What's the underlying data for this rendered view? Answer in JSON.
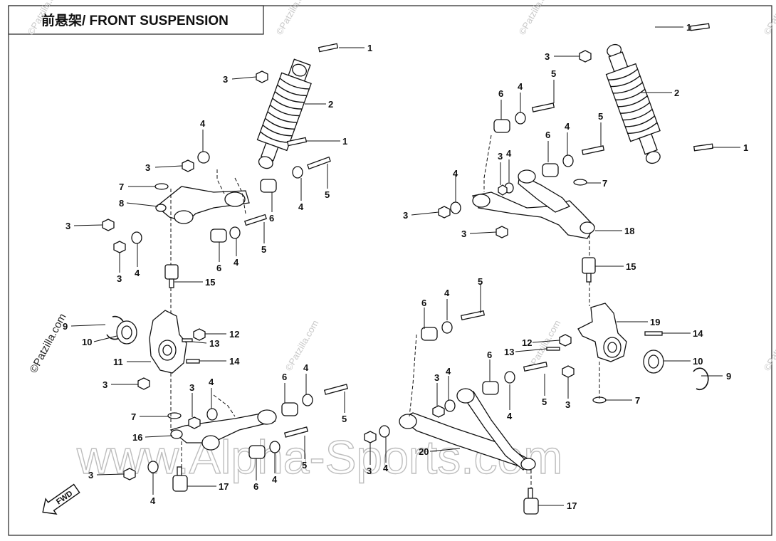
{
  "title": "前悬架/ FRONT SUSPENSION",
  "watermark_main": "www.Alpha-Sports.com",
  "watermark_small": "©Patzilla.com",
  "watermark_side": "©Patzilla.com",
  "direction_label": "FWD",
  "callouts": [
    {
      "n": "1"
    },
    {
      "n": "2"
    },
    {
      "n": "3"
    },
    {
      "n": "1"
    },
    {
      "n": "3"
    },
    {
      "n": "4"
    },
    {
      "n": "5"
    },
    {
      "n": "4"
    },
    {
      "n": "7"
    },
    {
      "n": "8"
    },
    {
      "n": "3"
    },
    {
      "n": "6"
    },
    {
      "n": "5"
    },
    {
      "n": "3"
    },
    {
      "n": "4"
    },
    {
      "n": "6"
    },
    {
      "n": "4"
    },
    {
      "n": "15"
    },
    {
      "n": "9"
    },
    {
      "n": "10"
    },
    {
      "n": "12"
    },
    {
      "n": "13"
    },
    {
      "n": "11"
    },
    {
      "n": "14"
    },
    {
      "n": "3"
    },
    {
      "n": "3"
    },
    {
      "n": "4"
    },
    {
      "n": "6"
    },
    {
      "n": "4"
    },
    {
      "n": "5"
    },
    {
      "n": "7"
    },
    {
      "n": "16"
    },
    {
      "n": "5"
    },
    {
      "n": "3"
    },
    {
      "n": "4"
    },
    {
      "n": "6"
    },
    {
      "n": "4"
    },
    {
      "n": "17"
    },
    {
      "n": "1"
    },
    {
      "n": "3"
    },
    {
      "n": "6"
    },
    {
      "n": "4"
    },
    {
      "n": "5"
    },
    {
      "n": "2"
    },
    {
      "n": "5"
    },
    {
      "n": "6"
    },
    {
      "n": "3"
    },
    {
      "n": "4"
    },
    {
      "n": "4"
    },
    {
      "n": "1"
    },
    {
      "n": "4"
    },
    {
      "n": "7"
    },
    {
      "n": "3"
    },
    {
      "n": "3"
    },
    {
      "n": "18"
    },
    {
      "n": "15"
    },
    {
      "n": "6"
    },
    {
      "n": "4"
    },
    {
      "n": "5"
    },
    {
      "n": "19"
    },
    {
      "n": "12"
    },
    {
      "n": "14"
    },
    {
      "n": "13"
    },
    {
      "n": "10"
    },
    {
      "n": "6"
    },
    {
      "n": "9"
    },
    {
      "n": "3"
    },
    {
      "n": "4"
    },
    {
      "n": "3"
    },
    {
      "n": "5"
    },
    {
      "n": "4"
    },
    {
      "n": "7"
    },
    {
      "n": "20"
    },
    {
      "n": "3"
    },
    {
      "n": "4"
    },
    {
      "n": "17"
    }
  ]
}
